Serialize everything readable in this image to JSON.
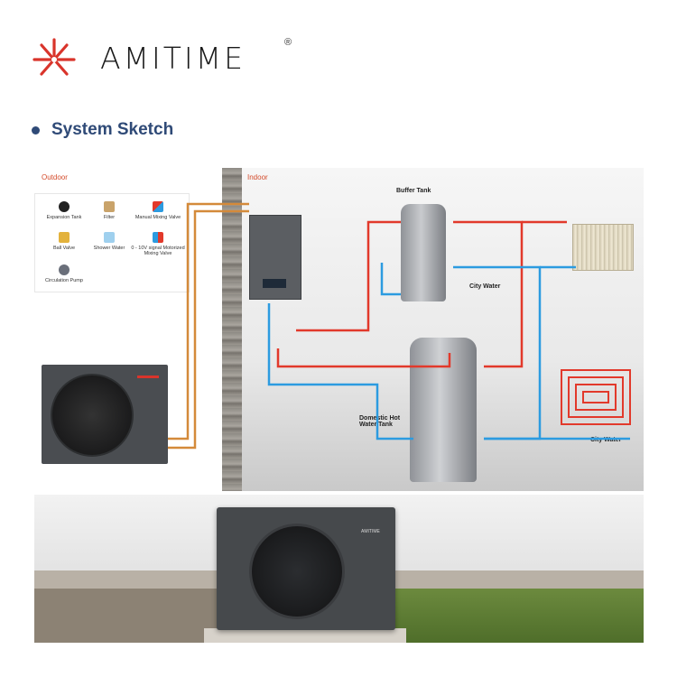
{
  "brand": {
    "name": "AMITIME",
    "registered": "®",
    "accent_color": "#d9342b"
  },
  "section": {
    "title": "System Sketch",
    "bullet_color": "#2f4a77"
  },
  "sketch": {
    "outdoor_label": "Outdoor",
    "indoor_label": "Indoor",
    "legend": [
      {
        "label": "Expansion Tank",
        "icon": "expansion-tank-icon"
      },
      {
        "label": "Filter",
        "icon": "filter-icon"
      },
      {
        "label": "Manual Mixing Valve",
        "icon": "manual-mixing-valve-icon"
      },
      {
        "label": "Ball Valve",
        "icon": "ball-valve-icon"
      },
      {
        "label": "Shower Water",
        "icon": "shower-icon"
      },
      {
        "label": "0 - 10V signal Motorized Mixing Valve",
        "icon": "motorized-valve-icon"
      },
      {
        "label": "Circulation Pump",
        "icon": "circulation-pump-icon"
      }
    ],
    "labels": {
      "buffer_tank": "Buffer Tank",
      "city_water_upper": "City Water",
      "domestic_hot_water_tank": "Domestic Hot Water Tank",
      "city_water_lower": "City Water"
    },
    "pipe_colors": {
      "hot": "#e2392b",
      "cold": "#2c9be0",
      "refrigerant": "#d48a3a"
    }
  },
  "photo": {
    "unit_logo": "AMITIME"
  }
}
